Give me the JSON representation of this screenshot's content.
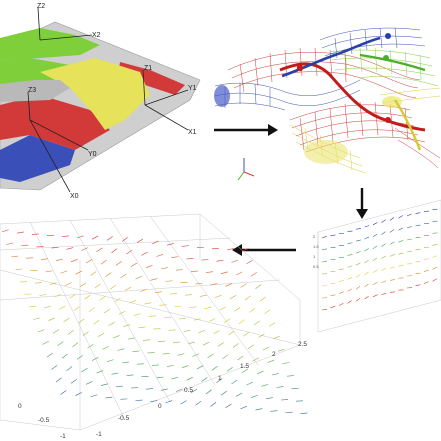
{
  "panel_tl": {
    "axis_labels": [
      "Z2",
      "X2",
      "Z1",
      "Y1",
      "X1",
      "Z3",
      "Y0",
      "X0"
    ]
  },
  "panel_bl": {
    "ticks_a": [
      "2.5",
      "2",
      "1.5",
      "1",
      "0.5",
      "0",
      "-0.5",
      "-1"
    ],
    "ticks_b": [
      "0",
      "-0.5",
      "-1"
    ]
  },
  "colors": {
    "green": "#7fcf3a",
    "yellow": "#e6e25a",
    "red": "#d23a3a",
    "blue": "#3a4fb8",
    "grey": "#c9c9c9",
    "arrow": "#111111"
  }
}
